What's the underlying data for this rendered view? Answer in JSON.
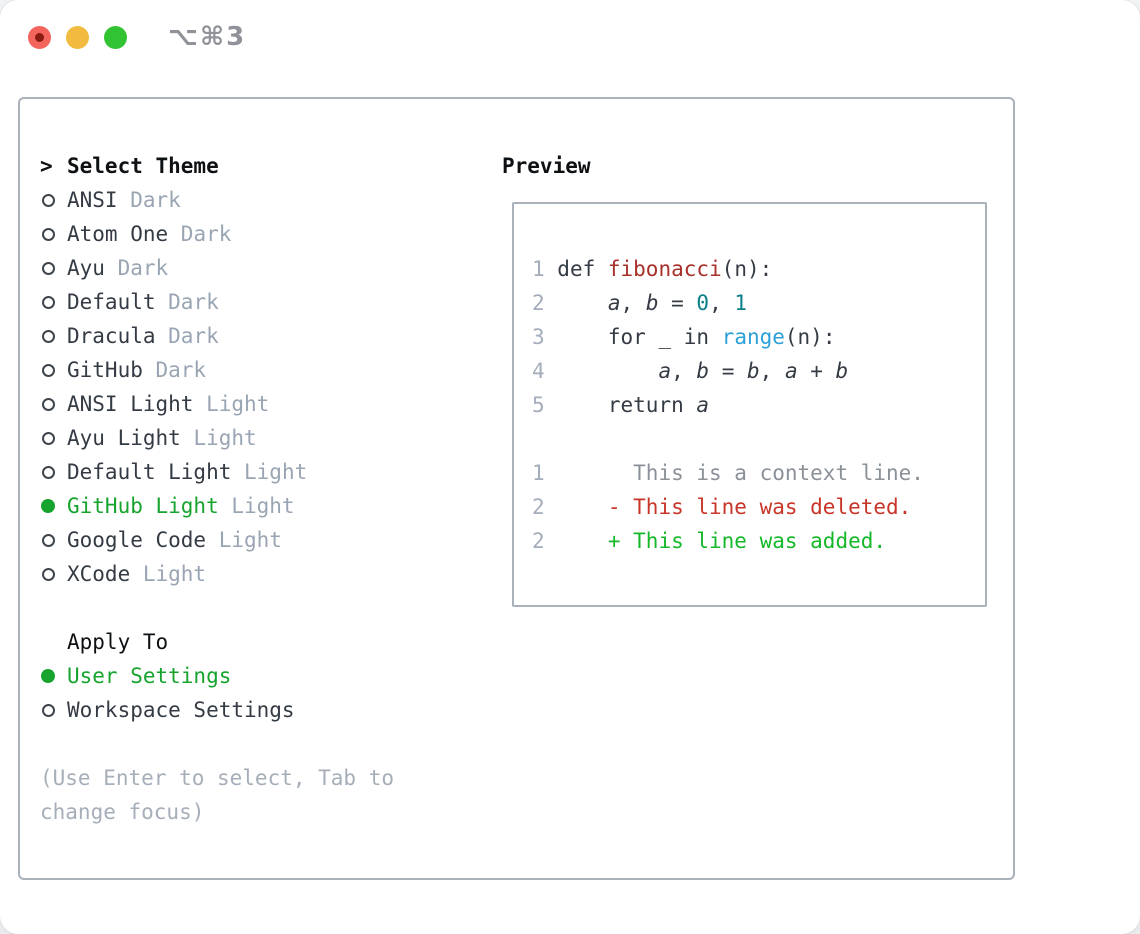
{
  "window": {
    "title_shortcut": "⌥⌘3",
    "traffic_lights": [
      "close",
      "minimize",
      "zoom"
    ]
  },
  "theme_picker": {
    "header_prefix": ">",
    "header": "Select Theme",
    "themes": [
      {
        "name": "ANSI",
        "variant": "Dark",
        "selected": false
      },
      {
        "name": "Atom One",
        "variant": "Dark",
        "selected": false
      },
      {
        "name": "Ayu",
        "variant": "Dark",
        "selected": false
      },
      {
        "name": "Default",
        "variant": "Dark",
        "selected": false
      },
      {
        "name": "Dracula",
        "variant": "Dark",
        "selected": false
      },
      {
        "name": "GitHub",
        "variant": "Dark",
        "selected": false
      },
      {
        "name": "ANSI Light",
        "variant": "Light",
        "selected": false
      },
      {
        "name": "Ayu Light",
        "variant": "Light",
        "selected": false
      },
      {
        "name": "Default Light",
        "variant": "Light",
        "selected": false
      },
      {
        "name": "GitHub Light",
        "variant": "Light",
        "selected": true
      },
      {
        "name": "Google Code",
        "variant": "Light",
        "selected": false
      },
      {
        "name": "XCode",
        "variant": "Light",
        "selected": false
      }
    ],
    "apply_header": "Apply To",
    "apply_options": [
      {
        "label": "User Settings",
        "selected": true
      },
      {
        "label": "Workspace Settings",
        "selected": false
      }
    ],
    "hint_line1": "(Use Enter to select, Tab to",
    "hint_line2": "change focus)"
  },
  "preview": {
    "header": "Preview",
    "lines": [
      {
        "tokens": [
          [
            "1",
            "lnum"
          ],
          [
            " def ",
            "code"
          ],
          [
            "fibonacci",
            "func"
          ],
          [
            "(n):",
            "code"
          ]
        ]
      },
      {
        "tokens": [
          [
            "2",
            "lnum"
          ],
          [
            "     ",
            "code"
          ],
          [
            "a",
            "var"
          ],
          [
            ", ",
            "code"
          ],
          [
            "b",
            "var"
          ],
          [
            " = ",
            "code"
          ],
          [
            "0",
            "num"
          ],
          [
            ", ",
            "code"
          ],
          [
            "1",
            "num"
          ]
        ]
      },
      {
        "tokens": [
          [
            "3",
            "lnum"
          ],
          [
            "     for _ in ",
            "code"
          ],
          [
            "range",
            "builtin"
          ],
          [
            "(n):",
            "code"
          ]
        ]
      },
      {
        "tokens": [
          [
            "4",
            "lnum"
          ],
          [
            "         ",
            "code"
          ],
          [
            "a",
            "var"
          ],
          [
            ", ",
            "code"
          ],
          [
            "b",
            "var"
          ],
          [
            " = ",
            "code"
          ],
          [
            "b",
            "var"
          ],
          [
            ", ",
            "code"
          ],
          [
            "a",
            "var"
          ],
          [
            " + ",
            "code"
          ],
          [
            "b",
            "var"
          ]
        ]
      },
      {
        "tokens": [
          [
            "5",
            "lnum"
          ],
          [
            "     return ",
            "code"
          ],
          [
            "a",
            "var"
          ]
        ]
      },
      {
        "tokens": []
      },
      {
        "tokens": [
          [
            "1",
            "lnum"
          ],
          [
            "       This is a context line.",
            "ctx"
          ]
        ]
      },
      {
        "tokens": [
          [
            "2",
            "lnum"
          ],
          [
            "     ",
            "code"
          ],
          [
            "- This line was deleted.",
            "del"
          ]
        ]
      },
      {
        "tokens": [
          [
            "2",
            "lnum"
          ],
          [
            "     ",
            "code"
          ],
          [
            "+ This line was added.",
            "add"
          ]
        ]
      }
    ]
  },
  "colors": {
    "green_sel": "#17a42e",
    "green_add": "#15b829",
    "red_del": "#c83529",
    "red_func": "#a8302a",
    "teal": "#0a7f87",
    "blue": "#2ba1d8",
    "text_dark": "#343b44",
    "header_black": "#0e1114",
    "muted": "#9aa5b4",
    "hint": "#a6aeb9",
    "lnum": "#a3adbb",
    "ctx": "#8b9198",
    "border": "#a9b1bb",
    "ring": "#3e454d",
    "titlebar_glyph": "#8f9298",
    "tl_red": "#f2645c",
    "tl_red_dot": "#8a1a12",
    "tl_yellow": "#f2bb40",
    "tl_green": "#31c331"
  }
}
